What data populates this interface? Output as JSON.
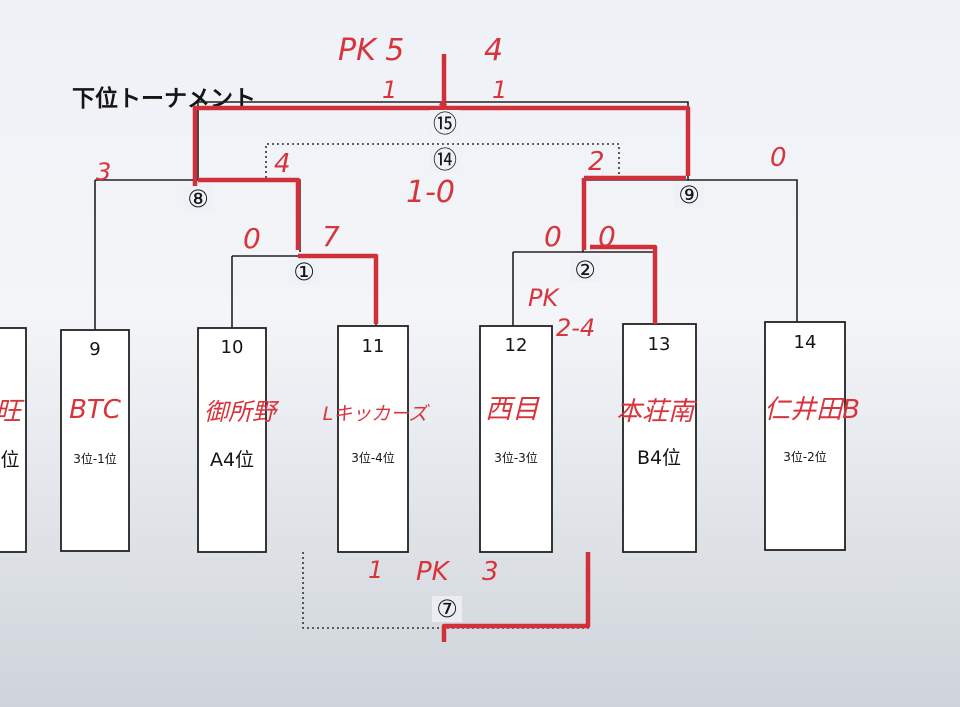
{
  "title": "下位トーナメント",
  "match_numbers": {
    "m1": "①",
    "m2": "②",
    "m7": "⑦",
    "m8": "⑧",
    "m9": "⑨",
    "m14": "⑭",
    "m15": "⑮"
  },
  "teams": [
    {
      "number": "",
      "handwritten": "旺",
      "seed": "位"
    },
    {
      "number": "9",
      "handwritten": "BTC",
      "seed": "3位-1位"
    },
    {
      "number": "10",
      "handwritten": "御所野",
      "seed": "A4位"
    },
    {
      "number": "11",
      "handwritten": "Lキッカーズ",
      "seed": "3位-4位"
    },
    {
      "number": "12",
      "handwritten": "西目",
      "seed": "3位-3位"
    },
    {
      "number": "13",
      "handwritten": "本荘南",
      "seed": "B4位"
    },
    {
      "number": "14",
      "handwritten": "仁井田B",
      "seed": "3位-2位"
    }
  ],
  "scores": {
    "final_pk": "PK 5",
    "final_pk_right": "4",
    "final_left": "1",
    "final_right": "1",
    "m14_result": "1-0",
    "m8_left": "3",
    "m8_right": "4",
    "m9_left": "2",
    "m9_right": "0",
    "m1_left": "0",
    "m1_right": "7",
    "m2_left": "0",
    "m2_right": "0",
    "m2_pk": "PK",
    "m2_pk_score": "2-4",
    "m7_left": "1",
    "m7_pk": "PK",
    "m7_right": "3"
  },
  "colors": {
    "ink": "#151515",
    "red_pen": "#d8343c"
  }
}
